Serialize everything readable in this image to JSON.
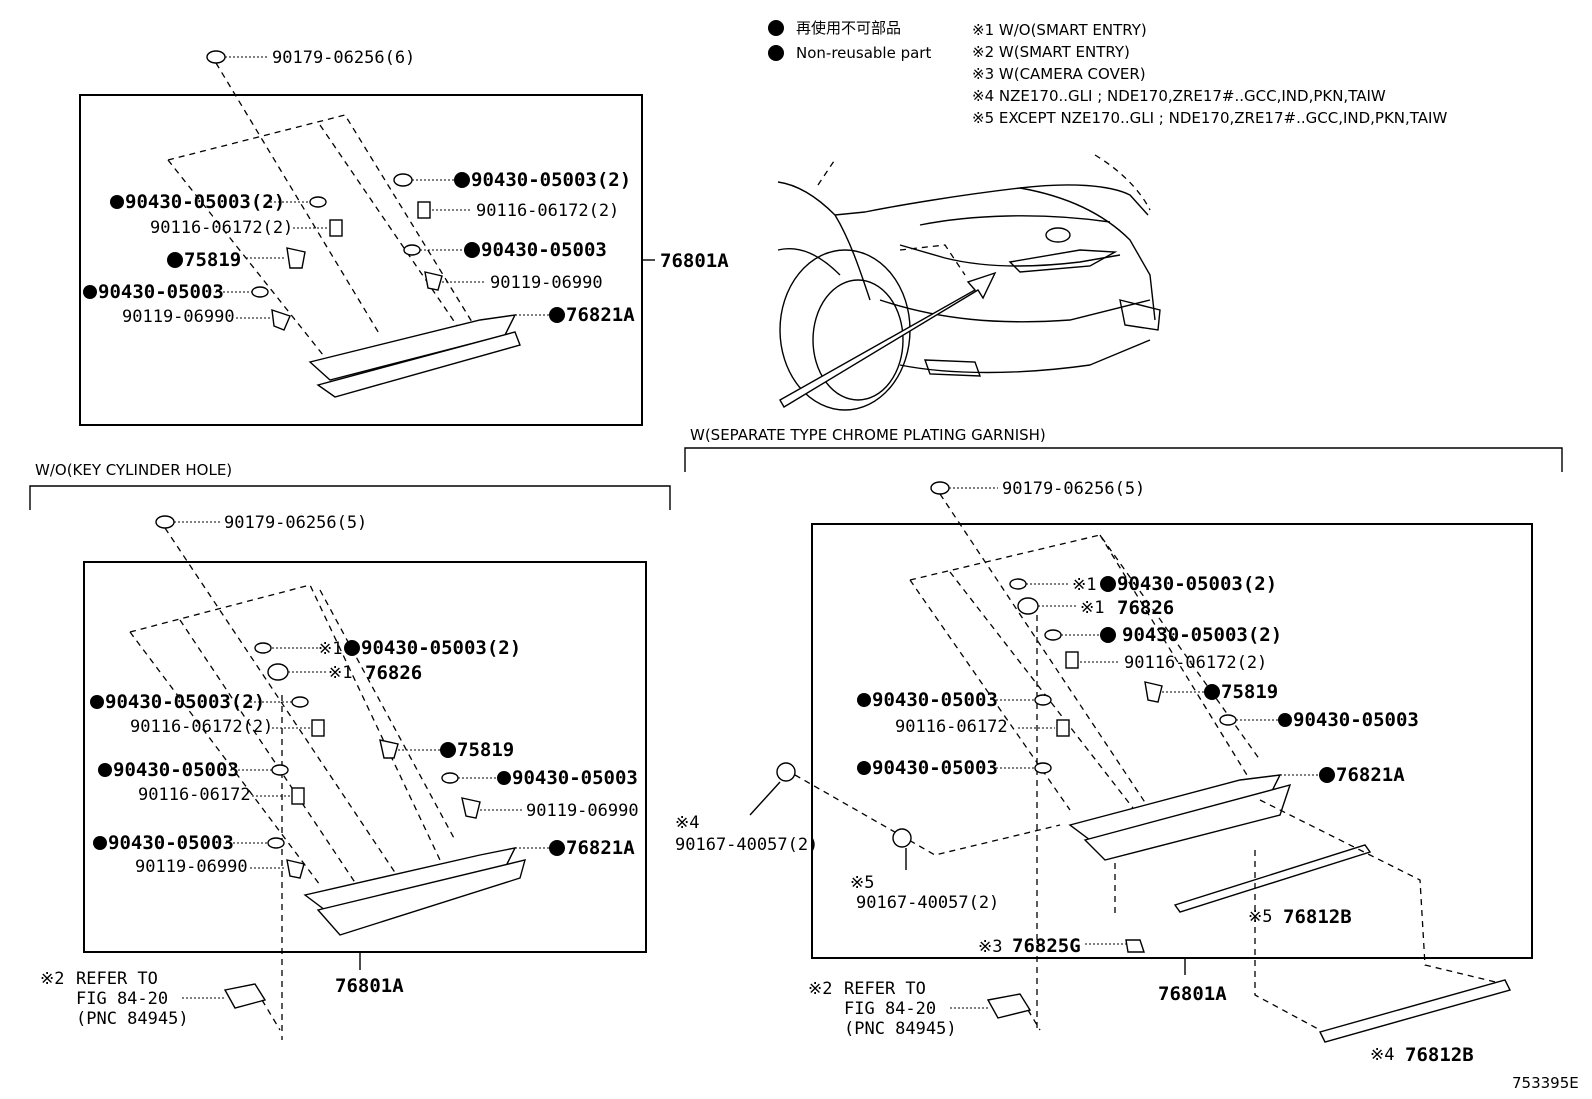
{
  "legend": {
    "japanese": "再使用不可部品",
    "english": "Non-reusable part"
  },
  "notes": [
    "※1 W/O(SMART ENTRY)",
    "※2 W(SMART ENTRY)",
    "※3 W(CAMERA COVER)",
    "※4  NZE170..GLI ; NDE170,ZRE17#..GCC,IND,PKN,TAIW",
    "※5  EXCEPT NZE170..GLI ; NDE170,ZRE17#..GCC,IND,PKN,TAIW"
  ],
  "figure_id": "753395E",
  "top_left": {
    "assembly": "76801A",
    "labels": {
      "clip": "90179-06256(6)",
      "w1": "90430-05003(2)",
      "s1": "90116-06172(2)",
      "c1": "75819",
      "w2": "90430-05003",
      "b1": "90119-06990",
      "w3": "90430-05003(2)",
      "s2": "90116-06172(2)",
      "w4": "90430-05003",
      "b2": "90119-06990",
      "garnish": "76821A"
    }
  },
  "bottom_left": {
    "section_title": "W/O(KEY CYLINDER HOLE)",
    "assembly": "76801A",
    "labels": {
      "clip": "90179-06256(5)",
      "w_m1": "90430-05003(2)",
      "m1": "76826",
      "w1": "90430-05003(2)",
      "s1": "90116-06172(2)",
      "w2": "90430-05003",
      "s2": "90116-06172",
      "w3": "90430-05003",
      "b1": "90119-06990",
      "c1": "75819",
      "w4": "90430-05003",
      "b2": "90119-06990",
      "garnish": "76821A",
      "ref1": "REFER TO",
      "ref2": "FIG 84-20",
      "ref3": "(PNC 84945)"
    }
  },
  "bottom_right": {
    "section_title": "W(SEPARATE TYPE CHROME PLATING GARNISH)",
    "assembly": "76801A",
    "labels": {
      "clip": "90179-06256(5)",
      "w_m1": "90430-05003(2)",
      "m1": "76826",
      "w1": "90430-05003(2)",
      "s1": "90116-06172(2)",
      "c1": "75819",
      "w2": "90430-05003",
      "w3": "90430-05003",
      "s2": "90116-06172",
      "w4": "90430-05003",
      "garnish": "76821A",
      "n4": "90167-40057(2)",
      "n5": "90167-40057(2)",
      "m5": "76812B",
      "cam": "76825G",
      "m4": "76812B",
      "ref1": "REFER TO",
      "ref2": "FIG 84-20",
      "ref3": "(PNC 84945)"
    }
  },
  "marks": {
    "k1": "※1",
    "k2": "※2",
    "k3": "※3",
    "k4": "※4",
    "k5": "※5"
  }
}
